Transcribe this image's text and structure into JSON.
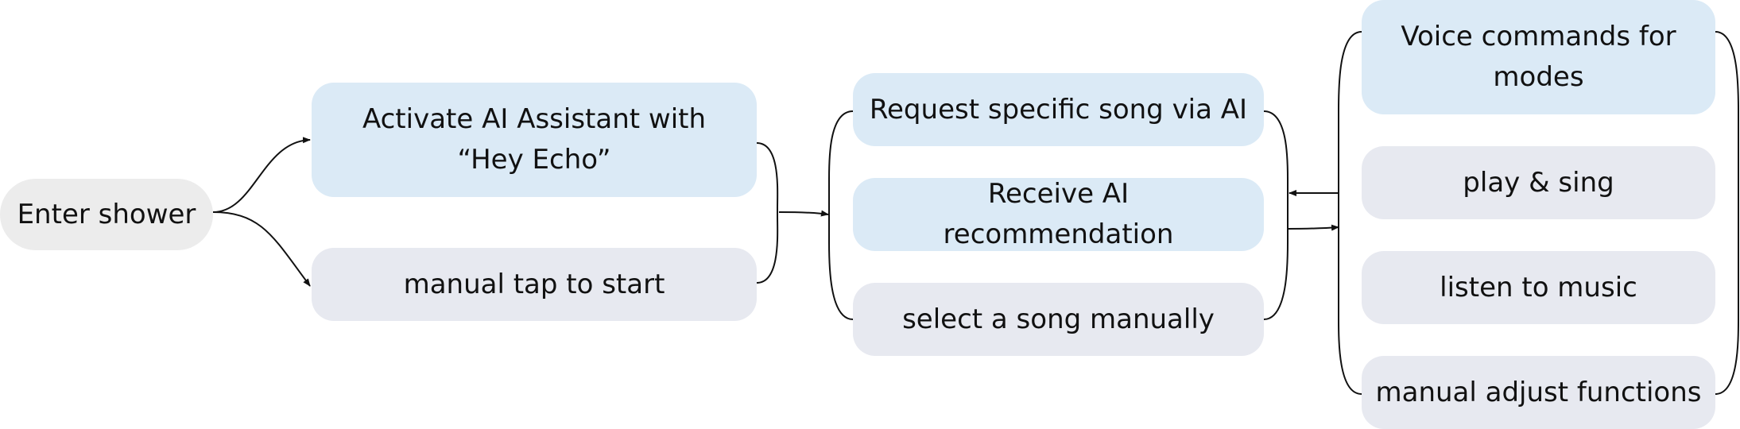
{
  "colors": {
    "ai_node": "#dbeaf6",
    "manual_node": "#e7e9f0",
    "start_node": "#ececec",
    "connector": "#111111",
    "text": "#111111"
  },
  "nodes": {
    "enter_shower": "Enter shower",
    "activate_ai": "Activate AI Assistant with “Hey Echo”",
    "manual_tap": "manual tap to start",
    "request_song": "Request specific song via AI",
    "receive_recommendation": "Receive AI recommendation",
    "select_manually": "select a song manually",
    "voice_commands": "Voice commands for modes",
    "play_sing": "play & sing",
    "listen_music": "listen to music",
    "manual_adjust": "manual adjust functions"
  }
}
